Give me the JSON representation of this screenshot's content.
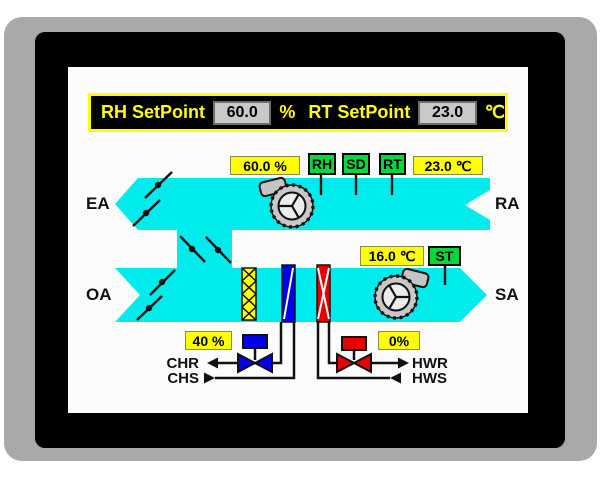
{
  "setpoint_bar": {
    "rh_label": "RH SetPoint",
    "rh_value": "60.0",
    "rh_unit": "%",
    "rt_label": "RT SetPoint",
    "rt_value": "23.0",
    "rt_unit": "℃"
  },
  "return_air_line": {
    "left_label": "EA",
    "right_label": "RA",
    "humidity_readout": "60.0 %",
    "sensors": [
      "RH",
      "SD",
      "RT"
    ],
    "temp_readout": "23.0 ℃"
  },
  "supply_air_line": {
    "left_label": "OA",
    "right_label": "SA",
    "temp_readout": "16.0 ℃",
    "sensor": "ST"
  },
  "chilled_water": {
    "valve_opening": "40 %",
    "return_label": "CHR",
    "supply_label": "CHS"
  },
  "hot_water": {
    "valve_opening": "0%",
    "return_label": "HWR",
    "supply_label": "HWS"
  },
  "colors": {
    "duct_cyan": "#00ECEC",
    "readout_yellow": "#FFFF00",
    "sensor_green": "#00D83C",
    "chilled_blue": "#0000EE",
    "hot_red": "#E80000",
    "bezel_gray": "#A9A9A9"
  }
}
